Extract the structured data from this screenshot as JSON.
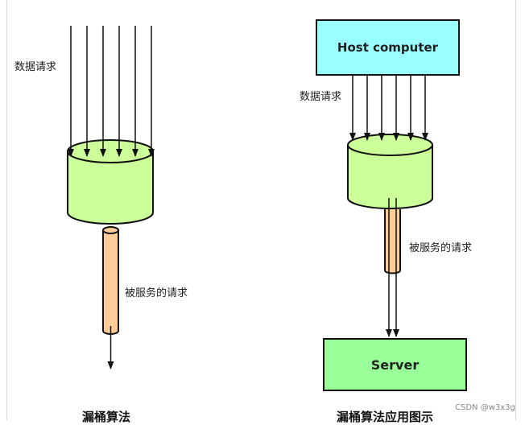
{
  "left_diagram": {
    "incoming_label": "数据请求",
    "outgoing_label": "被服务的请求",
    "caption": "漏桶算法"
  },
  "right_diagram": {
    "host_label": "Host computer",
    "incoming_label": "数据请求",
    "outgoing_label": "被服务的请求",
    "server_label": "Server",
    "caption": "漏桶算法应用图示"
  },
  "watermark": "CSDN @w3x3g",
  "colors": {
    "bucket_fill": "#ccff99",
    "pipe_fill": "#ffcc99",
    "host_fill": "#99ffff",
    "server_fill": "#99ff99",
    "stroke": "#111111"
  }
}
